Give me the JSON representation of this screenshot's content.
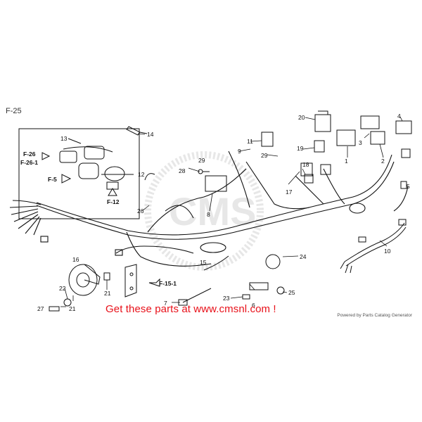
{
  "figure": {
    "label": "F-25"
  },
  "credit": "Powered by Parts Catalog Generator",
  "promo": "Get these parts at www.cmsnl.com !",
  "watermark": {
    "text": "CMS"
  },
  "colors": {
    "line": "#111111",
    "promo": "#e8111a",
    "watermark": "#bbbbbb"
  },
  "callouts": {
    "c1": "1",
    "c2": "2",
    "c3": "3",
    "c4": "4",
    "c5": "5",
    "c6": "6",
    "c7": "7",
    "c8": "8",
    "c9": "9",
    "c10": "10",
    "c11": "11",
    "c12": "12",
    "c13": "13",
    "c14": "14",
    "c15": "15",
    "c16": "16",
    "c17": "17",
    "c18": "18",
    "c19": "19",
    "c20": "20",
    "c21a": "21",
    "c21b": "21",
    "c22": "22",
    "c23": "23",
    "c24": "24",
    "c25": "25",
    "c26": "26",
    "c27": "27",
    "c28": "28",
    "c29a": "29",
    "c29b": "29"
  },
  "refs": {
    "f26": "F-26",
    "f26_1": "F-26-1",
    "f5": "F-5",
    "f12": "F-12",
    "f15_1": "F-15-1"
  }
}
